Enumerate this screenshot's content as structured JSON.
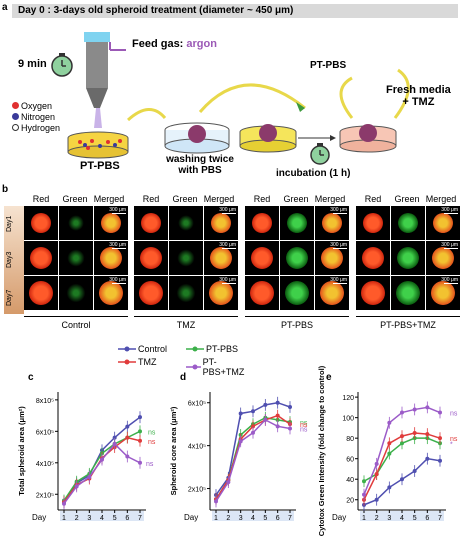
{
  "panel_a": {
    "letter": "a",
    "header": "Day 0 : 3-days old spheroid treatment (diameter ~ 450 μm)",
    "feed_gas_prefix": "Feed gas: ",
    "feed_gas_value": "argon",
    "time_label": "9 min",
    "legend": [
      "Oxygen",
      "Nitrogen",
      "Hydrogen"
    ],
    "pt_pbs_label": "PT-PBS",
    "washing_label": [
      "washing twice",
      "with PBS"
    ],
    "incubation_label": "incubation (1 h)",
    "pt_pbs_top_label": "PT-PBS",
    "fresh_media_label": [
      "Fresh media",
      "+ TMZ"
    ],
    "colors": {
      "header_bg": "#d9d9d9",
      "liquid_yellow": "#f5d442",
      "liquid_pink": "#f7c6b5",
      "arrow": "#e8d84a",
      "oxygen": "#e03030",
      "nitrogen": "#3a3a9a",
      "purple_text": "#9b59b6"
    }
  },
  "panel_b": {
    "letter": "b",
    "channel_headers": [
      "Red",
      "Green",
      "Merged"
    ],
    "scale_label": "300 μm",
    "day_labels": [
      "Day1",
      "Day3",
      "Day7"
    ],
    "group_labels": [
      "Control",
      "TMZ",
      "PT-PBS",
      "PT-PBS+TMZ"
    ]
  },
  "panel_c": {
    "letter": "c",
    "legend": [
      "Control",
      "PT-PBS",
      "TMZ",
      "PT-PBS+TMZ"
    ],
    "ns": [
      "ns",
      "ns",
      "ns"
    ]
  },
  "panel_d": {
    "letter": "d",
    "ns": [
      "ns",
      "ns",
      "ns"
    ]
  },
  "panel_e": {
    "letter": "e",
    "ns": [
      "*",
      "ns",
      "ns"
    ]
  },
  "chart_data": [
    {
      "type": "line",
      "ylabel": "Total spheroid area (μm²)",
      "xlabel": "Day",
      "x": [
        1,
        2,
        3,
        4,
        5,
        6,
        7
      ],
      "y_ticks": [
        "2x10⁵",
        "4x10⁵",
        "6x10⁵",
        "8x10⁵"
      ],
      "ylim": [
        100000,
        850000
      ],
      "series": [
        {
          "name": "Control",
          "color": "#4f4fb0",
          "values": [
            150000,
            270000,
            320000,
            480000,
            560000,
            630000,
            690000
          ]
        },
        {
          "name": "PT-PBS",
          "color": "#3cb04a",
          "values": [
            160000,
            280000,
            330000,
            460000,
            520000,
            560000,
            600000
          ]
        },
        {
          "name": "TMZ",
          "color": "#e03b3b",
          "values": [
            150000,
            260000,
            300000,
            430000,
            500000,
            560000,
            540000
          ]
        },
        {
          "name": "PT-PBS+TMZ",
          "color": "#9b5bc8",
          "values": [
            140000,
            250000,
            310000,
            420000,
            520000,
            440000,
            400000
          ]
        }
      ]
    },
    {
      "type": "line",
      "ylabel": "Spheroid core area (μm²)",
      "xlabel": "Day",
      "x": [
        1,
        2,
        3,
        4,
        5,
        6,
        7
      ],
      "y_ticks": [
        "2x10⁵",
        "4x10⁵",
        "6x10⁵"
      ],
      "ylim": [
        100000,
        650000
      ],
      "series": [
        {
          "name": "Control",
          "color": "#4f4fb0",
          "values": [
            170000,
            250000,
            550000,
            560000,
            590000,
            600000,
            580000
          ]
        },
        {
          "name": "PT-PBS",
          "color": "#3cb04a",
          "values": [
            150000,
            240000,
            450000,
            500000,
            530000,
            520000,
            510000
          ]
        },
        {
          "name": "TMZ",
          "color": "#e03b3b",
          "values": [
            150000,
            240000,
            430000,
            490000,
            520000,
            540000,
            500000
          ]
        },
        {
          "name": "PT-PBS+TMZ",
          "color": "#9b5bc8",
          "values": [
            140000,
            230000,
            420000,
            460000,
            520000,
            490000,
            480000
          ]
        }
      ]
    },
    {
      "type": "line",
      "ylabel": "Cytotox Green Intensity (fold change to control)",
      "xlabel": "Day",
      "x": [
        1,
        2,
        3,
        4,
        5,
        6,
        7
      ],
      "y_ticks": [
        "20",
        "40",
        "60",
        "80",
        "100",
        "120"
      ],
      "ylim": [
        10,
        125
      ],
      "series": [
        {
          "name": "Control",
          "color": "#4f4fb0",
          "values": [
            15,
            20,
            32,
            40,
            48,
            60,
            58
          ]
        },
        {
          "name": "PT-PBS",
          "color": "#3cb04a",
          "values": [
            38,
            45,
            65,
            75,
            80,
            80,
            75
          ]
        },
        {
          "name": "TMZ",
          "color": "#e03b3b",
          "values": [
            20,
            45,
            75,
            82,
            85,
            84,
            80
          ]
        },
        {
          "name": "PT-PBS+TMZ",
          "color": "#9b5bc8",
          "values": [
            25,
            55,
            95,
            105,
            108,
            110,
            105
          ]
        }
      ]
    }
  ]
}
